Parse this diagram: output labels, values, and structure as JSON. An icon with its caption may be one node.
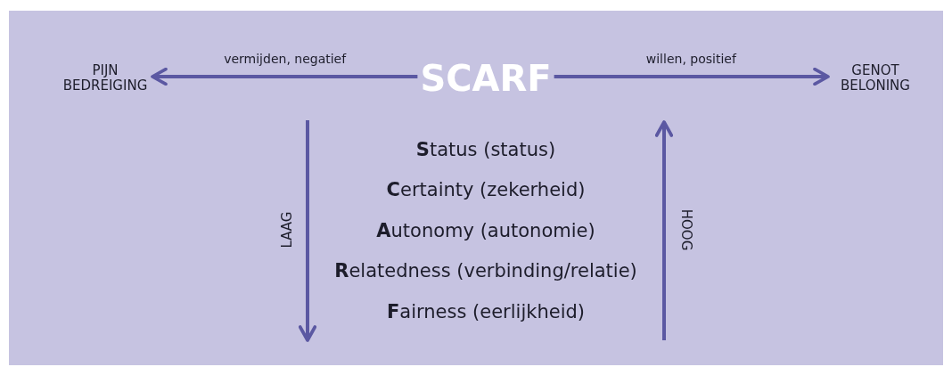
{
  "diagram": {
    "nodes": [
      {
        "text": [
          "SCARF"
        ]
      },
      {
        "text": [
          "PIJN BEDREIGING"
        ]
      },
      {
        "text": [
          "GENOT BELONING"
        ]
      }
    ],
    "edges": [
      {
        "from": 0,
        "to": 1,
        "arrow": "to",
        "label": "vermijden, negatief"
      },
      {
        "from": 0,
        "to": 2,
        "arrow": "to",
        "label": "willen, positief"
      }
    ],
    "labels": [
      "LAAG",
      "HOOG",
      "**S**tatus (status)",
      "**C**ertainty (zekerheid)",
      "**A**utonomy (autonomie)",
      "**R**elatedness (verbinding/relatie)",
      "**F**airness (eerlijkheid)"
    ]
  }
}
